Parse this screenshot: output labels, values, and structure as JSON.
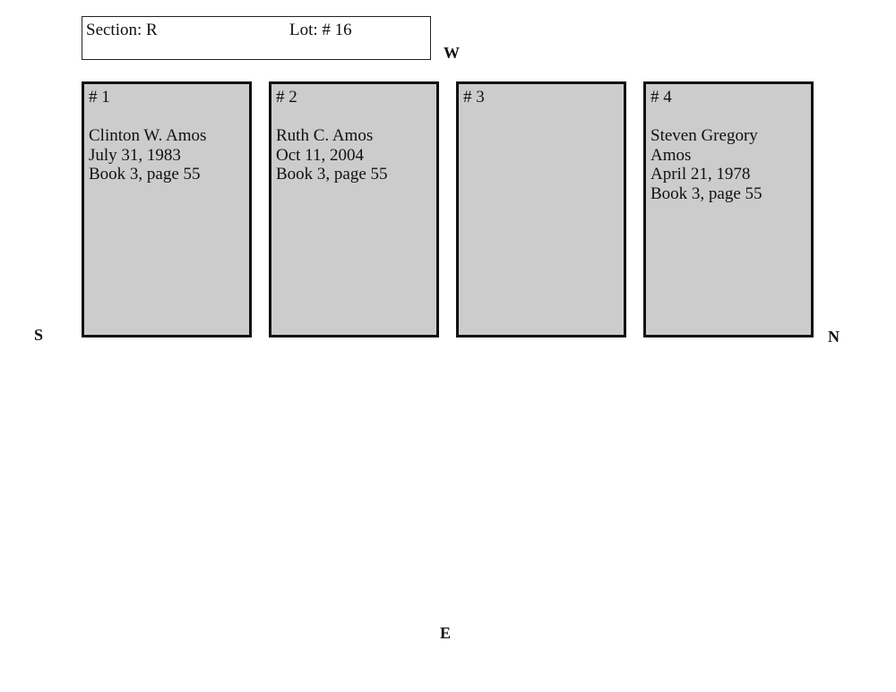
{
  "header": {
    "section_label": "Section: R",
    "lot_label": "Lot: # 16"
  },
  "compass": {
    "west": "W",
    "south": "S",
    "north": "N",
    "east": "E"
  },
  "plots": [
    {
      "number": "# 1",
      "lines": [
        "Clinton W. Amos",
        "July 31, 1983",
        "Book 3, page 55"
      ]
    },
    {
      "number": "# 2",
      "lines": [
        "Ruth C. Amos",
        "Oct 11, 2004",
        "Book 3, page 55"
      ]
    },
    {
      "number": "# 3",
      "lines": []
    },
    {
      "number": "# 4",
      "lines": [
        "Steven Gregory",
        "Amos",
        "April 21, 1978",
        "Book 3, page 55"
      ]
    }
  ],
  "colors": {
    "plot_fill": "#cccccc",
    "border": "#111111"
  }
}
